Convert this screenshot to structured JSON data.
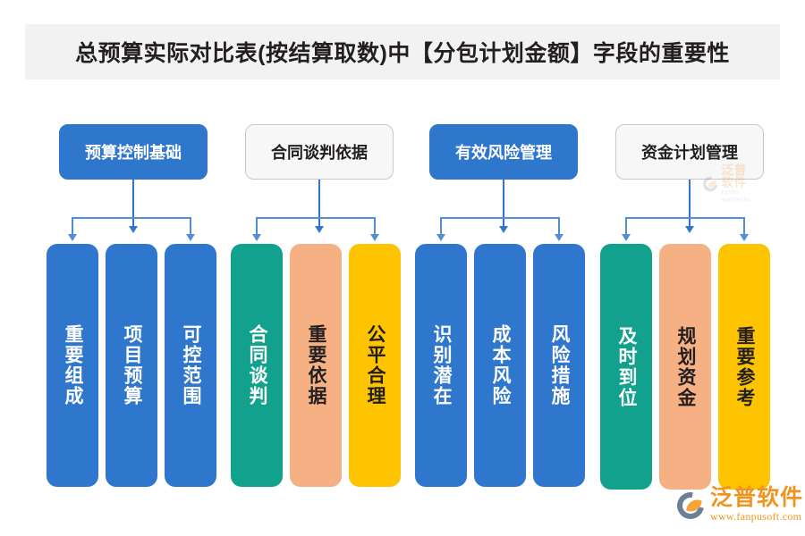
{
  "page": {
    "title": "总预算实际对比表(按结算取数)中【分包计划金额】字段的重要性",
    "background": "#ffffff",
    "title_band_color": "#f2f2f2"
  },
  "colors": {
    "blue": "#2f77cd",
    "teal": "#11a18c",
    "peach": "#f5b183",
    "yellow": "#ffc400",
    "connector": "#4e8fd6",
    "outline_box_border": "#c9c9c9",
    "outline_box_fill": "#f7f7f7",
    "dark_text": "#231f20",
    "logo_orange": "#f0941f",
    "logo_gray": "#6d7f96"
  },
  "groups": [
    {
      "heading": "预算控制基础",
      "heading_style": "filled",
      "bars": [
        {
          "label": "重要组成",
          "color": "blue",
          "text": "white"
        },
        {
          "label": "项目预算",
          "color": "blue",
          "text": "white"
        },
        {
          "label": "可控范围",
          "color": "blue",
          "text": "white"
        }
      ]
    },
    {
      "heading": "合同谈判依据",
      "heading_style": "outline",
      "bars": [
        {
          "label": "合同谈判",
          "color": "teal",
          "text": "white"
        },
        {
          "label": "重要依据",
          "color": "peach",
          "text": "dark"
        },
        {
          "label": "公平合理",
          "color": "yellow",
          "text": "dark"
        }
      ]
    },
    {
      "heading": "有效风险管理",
      "heading_style": "filled",
      "bars": [
        {
          "label": "识别潜在",
          "color": "blue",
          "text": "white"
        },
        {
          "label": "成本风险",
          "color": "blue",
          "text": "white"
        },
        {
          "label": "风险措施",
          "color": "blue",
          "text": "white"
        }
      ]
    },
    {
      "heading": "资金计划管理",
      "heading_style": "outline",
      "bars": [
        {
          "label": "及时到位",
          "color": "teal",
          "text": "white"
        },
        {
          "label": "规划资金",
          "color": "peach",
          "text": "dark"
        },
        {
          "label": "重要参考",
          "color": "yellow",
          "text": "dark"
        }
      ]
    }
  ],
  "logo": {
    "name": "泛普软件",
    "url": "www.fanpusoft.com"
  },
  "watermark": {
    "name": "泛普软件",
    "url": "FANPU SOFTWARE"
  }
}
